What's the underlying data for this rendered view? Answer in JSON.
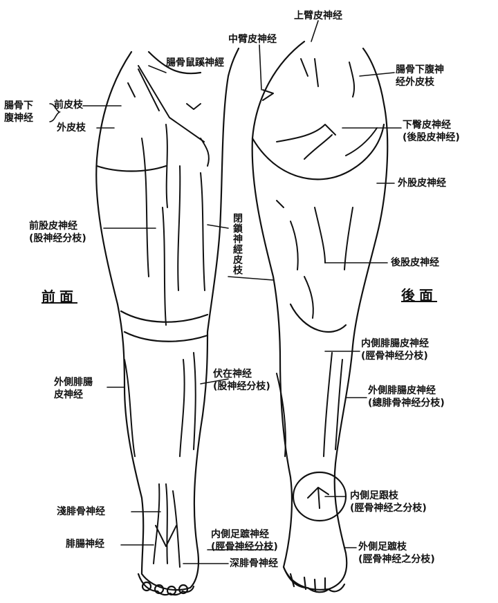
{
  "views": {
    "front": "前面",
    "back": "後面"
  },
  "labels": {
    "upper_arm_cutaneous": "上臂皮神经",
    "middle_arm_cutaneous": "中臂皮神经",
    "iliohypogastric_lumbar": "腸骨鼠蹊神經",
    "iliohypogastric_lateral": "腸骨下腹神\n经外皮枝",
    "ilio_lower": "腸骨下\n腹神经",
    "anterior_branch": "前皮枝",
    "lateral_branch": "外皮枝",
    "lower_arm_cutaneous": "下臀皮神经\n(後股皮神经)",
    "lateral_femoral": "外股皮神经",
    "anterior_femoral": "前股皮神经\n(股神经分枝)",
    "obturator": "閉鎖神經皮枝",
    "posterior_femoral": "後股皮神经",
    "medial_sural": "内側腓腸皮神经\n(脛骨神经分枝)",
    "lateral_sural_front": "外側腓腸\n皮神经",
    "saphenous": "伏在神经\n(股神经分枝)",
    "lateral_sural_back": "外側腓腸皮神经\n(總腓骨神经分枝)",
    "medial_calcaneal": "内側足跟枝\n(脛骨神经之分枝)",
    "superficial_peroneal": "淺腓骨神经",
    "medial_plantar": "内側足蹠神经\n(脛骨神经分枝)",
    "sural": "腓腸神经",
    "deep_peroneal": "深腓骨神经",
    "lateral_plantar": "外側足蹠枝\n(脛骨神经之分枝)"
  }
}
